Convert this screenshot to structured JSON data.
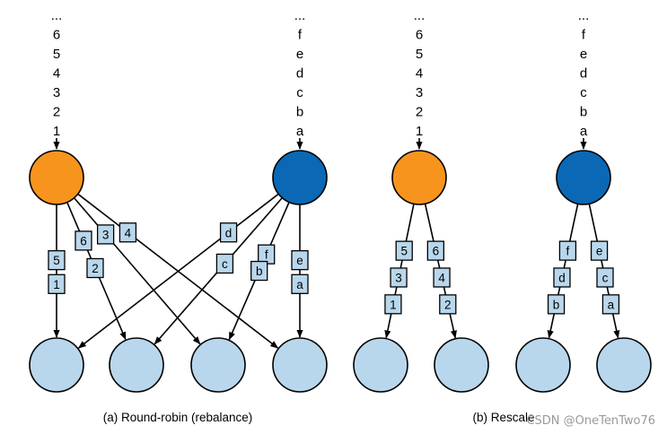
{
  "colors": {
    "orange": "#f7941d",
    "blue": "#0a68b5",
    "light_blue": "#b9d7ec",
    "box_fill": "#b9d7ec",
    "stroke": "#000000"
  },
  "inputs": {
    "numbers": [
      "...",
      "6",
      "5",
      "4",
      "3",
      "2",
      "1"
    ],
    "letters": [
      "...",
      "f",
      "e",
      "d",
      "c",
      "b",
      "a"
    ]
  },
  "captions": {
    "round_robin": "(a) Round-robin (rebalance)",
    "rescale": "(b) Rescale"
  },
  "watermark": "CSDN @OneTenTwo76",
  "round_robin": {
    "orange_edges": [
      {
        "target": 0,
        "labels": [
          "5",
          "1"
        ]
      },
      {
        "target": 1,
        "labels": [
          "6",
          "2"
        ]
      },
      {
        "target": 2,
        "labels": [
          "3"
        ]
      },
      {
        "target": 3,
        "labels": [
          "4"
        ]
      }
    ],
    "blue_edges": [
      {
        "target": 0,
        "labels": [
          "d"
        ]
      },
      {
        "target": 1,
        "labels": [
          "c"
        ]
      },
      {
        "target": 2,
        "labels": [
          "f",
          "b"
        ]
      },
      {
        "target": 3,
        "labels": [
          "e",
          "a"
        ]
      }
    ]
  },
  "rescale": {
    "orange_edges": [
      {
        "target": 0,
        "labels": [
          "5",
          "3",
          "1"
        ]
      },
      {
        "target": 1,
        "labels": [
          "6",
          "4",
          "2"
        ]
      }
    ],
    "blue_edges": [
      {
        "target": 0,
        "labels": [
          "f",
          "d",
          "b"
        ]
      },
      {
        "target": 1,
        "labels": [
          "e",
          "c",
          "a"
        ]
      }
    ]
  }
}
